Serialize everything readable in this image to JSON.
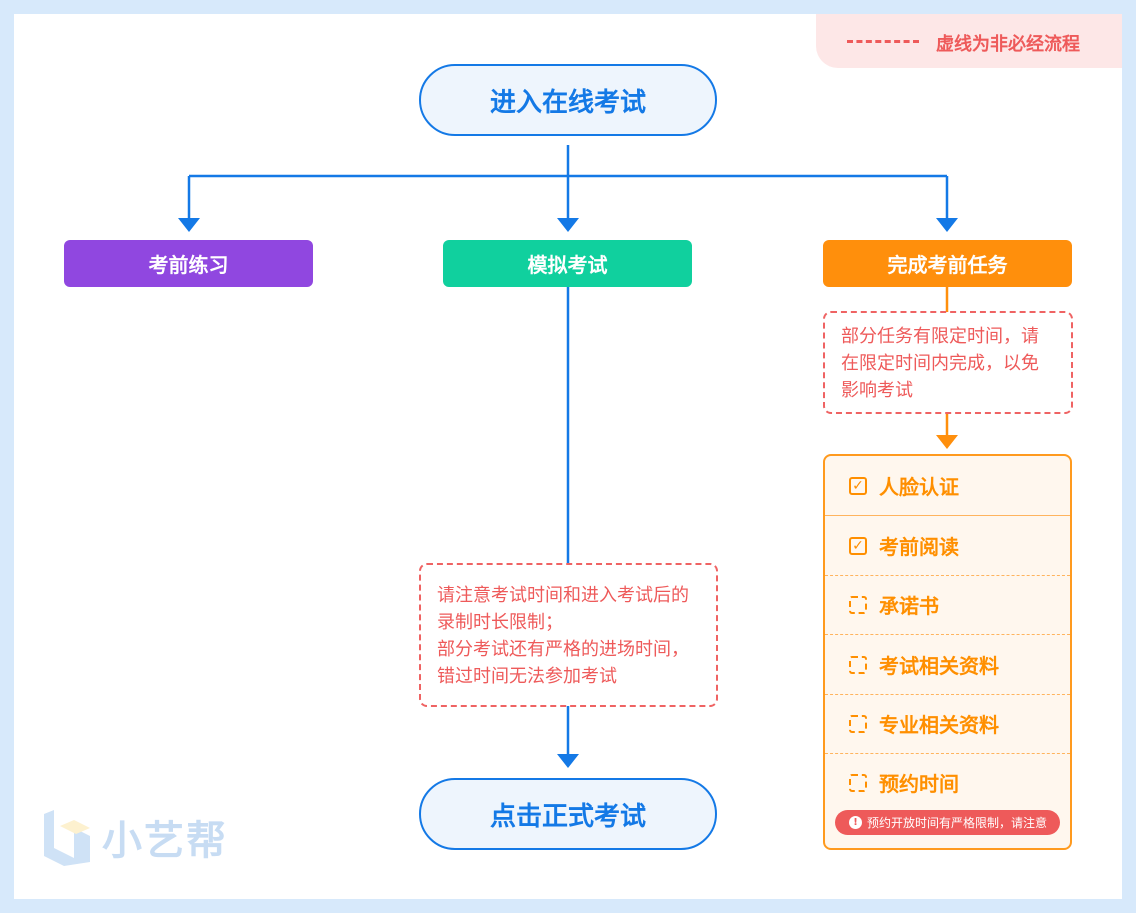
{
  "legend": {
    "text": "虚线为非必经流程"
  },
  "start_node": "进入在线考试",
  "branches": {
    "practice": "考前练习",
    "mock": "模拟考试",
    "tasks": "完成考前任务"
  },
  "task_note": [
    "部分任务有限定时间，请",
    "在限定时间内完成，以免",
    "影响考试"
  ],
  "mock_note": [
    "请注意考试时间和进入考试后的",
    "录制时长限制；",
    "部分考试还有严格的进场时间，",
    "错过时间无法参加考试"
  ],
  "tasks": [
    {
      "label": "人脸认证",
      "status": "required"
    },
    {
      "label": "考前阅读",
      "status": "required"
    },
    {
      "label": "承诺书",
      "status": "optional"
    },
    {
      "label": "考试相关资料",
      "status": "optional"
    },
    {
      "label": "专业相关资料",
      "status": "optional"
    },
    {
      "label": "预约时间",
      "status": "optional"
    }
  ],
  "warning": "预约开放时间有严格限制，请注意",
  "end_node": "点击正式考试",
  "logo": "小艺帮",
  "colors": {
    "blue": "#1479e6",
    "purple": "#9047e0",
    "teal": "#10d09e",
    "orange": "#ff8f0c",
    "red_dashed": "#ee5a5a"
  }
}
